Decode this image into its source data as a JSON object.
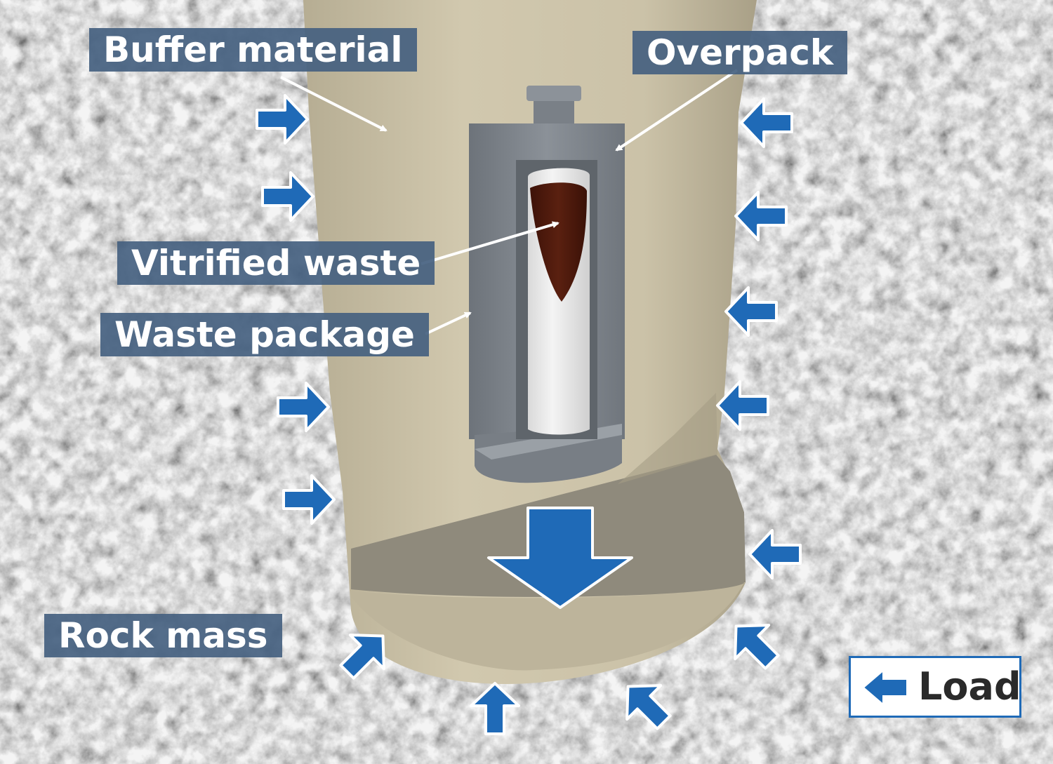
{
  "labels": {
    "buffer_material": "Buffer material",
    "overpack": "Overpack",
    "vitrified_waste": "Vitrified waste",
    "waste_package": "Waste package",
    "rock_mass": "Rock mass"
  },
  "legend": {
    "label": "Load",
    "icon": "left-arrow-icon"
  },
  "colors": {
    "rock": "#b8b8b8",
    "buffer": "#cbc2a8",
    "overpack": "#7f858c",
    "vitrified_glass": "#eeeeee",
    "vitrified_waste_core": "#4f1a0c",
    "arrow": "#1f6ab7",
    "label_bg": "#456180"
  }
}
